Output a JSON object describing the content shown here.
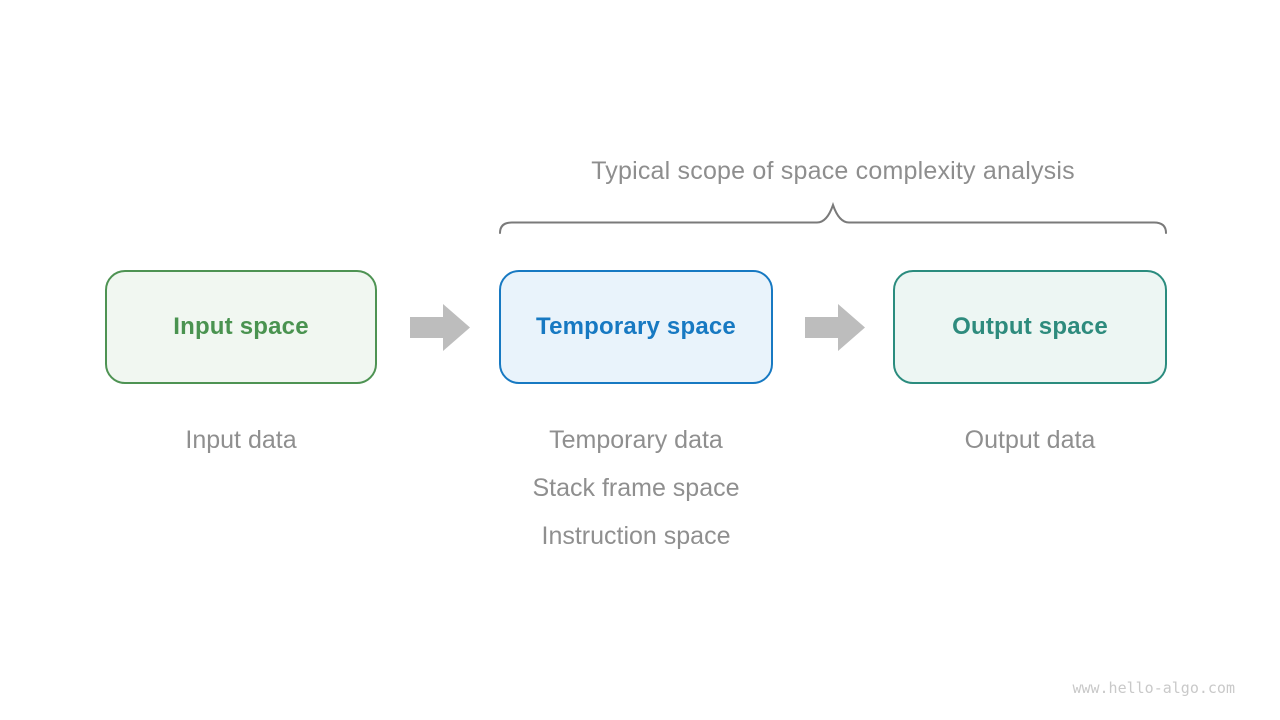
{
  "title": "Typical scope of space complexity analysis",
  "boxes": [
    {
      "label": "Input space",
      "border_color": "#4e9353",
      "fill_color": "#f1f7f1",
      "text_color": "#4a9350"
    },
    {
      "label": "Temporary space",
      "border_color": "#1779c2",
      "fill_color": "#e9f3fb",
      "text_color": "#1779c2"
    },
    {
      "label": "Output space",
      "border_color": "#2b8c7e",
      "fill_color": "#edf6f3",
      "text_color": "#2e8b7d"
    }
  ],
  "sub_labels": {
    "input": "Input data",
    "temporary": [
      "Temporary data",
      "Stack frame space",
      "Instruction space"
    ],
    "output": "Output data"
  },
  "icons": {
    "arrow_right": "right-block-arrow",
    "brace": "top-curly-brace"
  },
  "colors": {
    "arrow": "#bdbdbd",
    "brace_stroke": "#7a7a7a",
    "gray_text": "#8f8f8f",
    "title_text": "#8e8e8e",
    "watermark_text": "#c9c9c9",
    "background": "#ffffff"
  },
  "watermark": "www.hello-algo.com"
}
